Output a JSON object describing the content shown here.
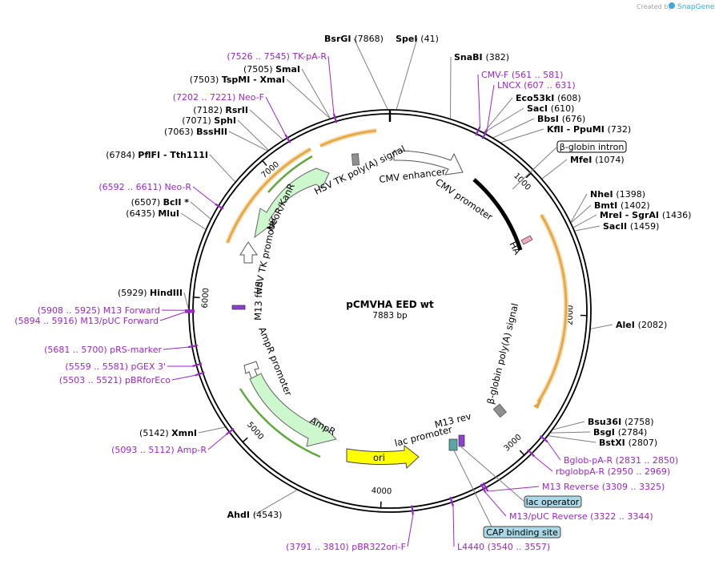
{
  "header": {
    "created_by": "Created by",
    "brand": "SnapGene"
  },
  "plasmid": {
    "name": "pCMVHA EED wt",
    "length_label": "7883 bp",
    "total_bp": 7883
  },
  "ticks": [
    {
      "bp": 1000,
      "label": "1000"
    },
    {
      "bp": 2000,
      "label": "2000"
    },
    {
      "bp": 3000,
      "label": "3000"
    },
    {
      "bp": 4000,
      "label": "4000"
    },
    {
      "bp": 5000,
      "label": "5000"
    },
    {
      "bp": 6000,
      "label": "6000"
    },
    {
      "bp": 7000,
      "label": "7000"
    }
  ],
  "sites": [
    {
      "name": "BsrGI",
      "pos": "(7868)",
      "bp": 7868
    },
    {
      "name": "SpeI",
      "pos": "(41)",
      "bp": 41
    },
    {
      "name": "SnaBI",
      "pos": "(382)",
      "bp": 382
    },
    {
      "name": "Eco53kI",
      "pos": "(608)",
      "bp": 608
    },
    {
      "name": "SacI",
      "pos": "(610)",
      "bp": 610
    },
    {
      "name": "BbsI",
      "pos": "(676)",
      "bp": 676
    },
    {
      "name": "KflI  - PpuMI",
      "pos": "(732)",
      "bp": 732
    },
    {
      "name": "MfeI",
      "pos": "(1074)",
      "bp": 1074
    },
    {
      "name": "NheI",
      "pos": "(1398)",
      "bp": 1398
    },
    {
      "name": "BmtI",
      "pos": "(1402)",
      "bp": 1402
    },
    {
      "name": "MreI  - SgrAI",
      "pos": "(1436)",
      "bp": 1436
    },
    {
      "name": "SacII",
      "pos": "(1459)",
      "bp": 1459
    },
    {
      "name": "AleI",
      "pos": "(2082)",
      "bp": 2082
    },
    {
      "name": "Bsu36I",
      "pos": "(2758)",
      "bp": 2758
    },
    {
      "name": "BsgI",
      "pos": "(2784)",
      "bp": 2784
    },
    {
      "name": "BstXI",
      "pos": "(2807)",
      "bp": 2807
    },
    {
      "name": "AhdI",
      "pos": "(4543)",
      "bp": 4543
    },
    {
      "name": "XmnI",
      "pos": "(5142)",
      "bp": 5142
    },
    {
      "name": "HindIII",
      "pos": "(5929)",
      "bp": 5929
    },
    {
      "name": "MluI",
      "pos": "(6435)",
      "bp": 6435
    },
    {
      "name": "BclI *",
      "pos": "(6507)",
      "bp": 6507
    },
    {
      "name": "PflFI  - Tth111I",
      "pos": "(6784)",
      "bp": 6784
    },
    {
      "name": "BssHII",
      "pos": "(7063)",
      "bp": 7063
    },
    {
      "name": "SphI",
      "pos": "(7071)",
      "bp": 7071
    },
    {
      "name": "RsrII",
      "pos": "(7182)",
      "bp": 7182
    },
    {
      "name": "TspMI  - XmaI",
      "pos": "(7503)",
      "bp": 7503
    },
    {
      "name": "SmaI",
      "pos": "(7505)",
      "bp": 7505
    }
  ],
  "primers": [
    {
      "label": "CMV-F",
      "range": "(561 .. 581)",
      "bp": 571
    },
    {
      "label": "LNCX",
      "range": "(607 .. 631)",
      "bp": 619
    },
    {
      "label": "Bglob-pA-R",
      "range": "(2831 .. 2850)",
      "bp": 2840
    },
    {
      "label": "rbglobpA-R",
      "range": "(2950 .. 2969)",
      "bp": 2960
    },
    {
      "label": "M13 Reverse",
      "range": "(3309 .. 3325)",
      "bp": 3317
    },
    {
      "label": "M13/pUC Reverse",
      "range": "(3322 .. 3344)",
      "bp": 3333
    },
    {
      "label": "L4440",
      "range": "(3540 .. 3557)",
      "bp": 3548
    },
    {
      "label": "pBR322ori-F",
      "range": "(3791 .. 3810)",
      "bp": 3800
    },
    {
      "label": "Amp-R",
      "range": "(5093 .. 5112)",
      "bp": 5102
    },
    {
      "label": "pBRforEco",
      "range": "(5503 .. 5521)",
      "bp": 5512
    },
    {
      "label": "pGEX 3'",
      "range": "(5559 .. 5581)",
      "bp": 5570
    },
    {
      "label": "pRS-marker",
      "range": "(5681 .. 5700)",
      "bp": 5690
    },
    {
      "label": "M13/pUC Forward",
      "range": "(5894 .. 5916)",
      "bp": 5905
    },
    {
      "label": "M13 Forward",
      "range": "(5908 .. 5925)",
      "bp": 5916
    },
    {
      "label": "Neo-R",
      "range": "(6592 .. 6611)",
      "bp": 6601
    },
    {
      "label": "Neo-F",
      "range": "(7202 .. 7221)",
      "bp": 7211
    },
    {
      "label": "TK-pA-R",
      "range": "(7526 .. 7545)",
      "bp": 7535
    }
  ],
  "boxed_features": [
    {
      "label": "β-globin intron"
    },
    {
      "label": "lac operator"
    },
    {
      "label": "CAP binding site"
    }
  ],
  "features": {
    "hsv_polya": "HSV TK poly(A) signal",
    "cmv_enhancer": "CMV enhancer",
    "cmv_promoter": "CMV promoter",
    "ha": "HA",
    "bglobin_polya": "β-globin poly(A) signal",
    "m13_rev": "M13 rev",
    "lac_promoter": "lac promoter",
    "ori": "ori",
    "ampr": "AmpR",
    "ampr_promoter": "AmpR promoter",
    "m13_fwd": "M13 fwd",
    "hsv_tk_promoter": "HSV TK promoter",
    "neokanr": "NeoR/KanR"
  },
  "colors": {
    "primer": "#9a27c9",
    "orange_feature": "#e7a53f",
    "green_feature": "#62a83f",
    "ampr_fill": "#cdf7cd",
    "ori_fill": "#ffff00",
    "box_fill": "#a9d8e6"
  }
}
